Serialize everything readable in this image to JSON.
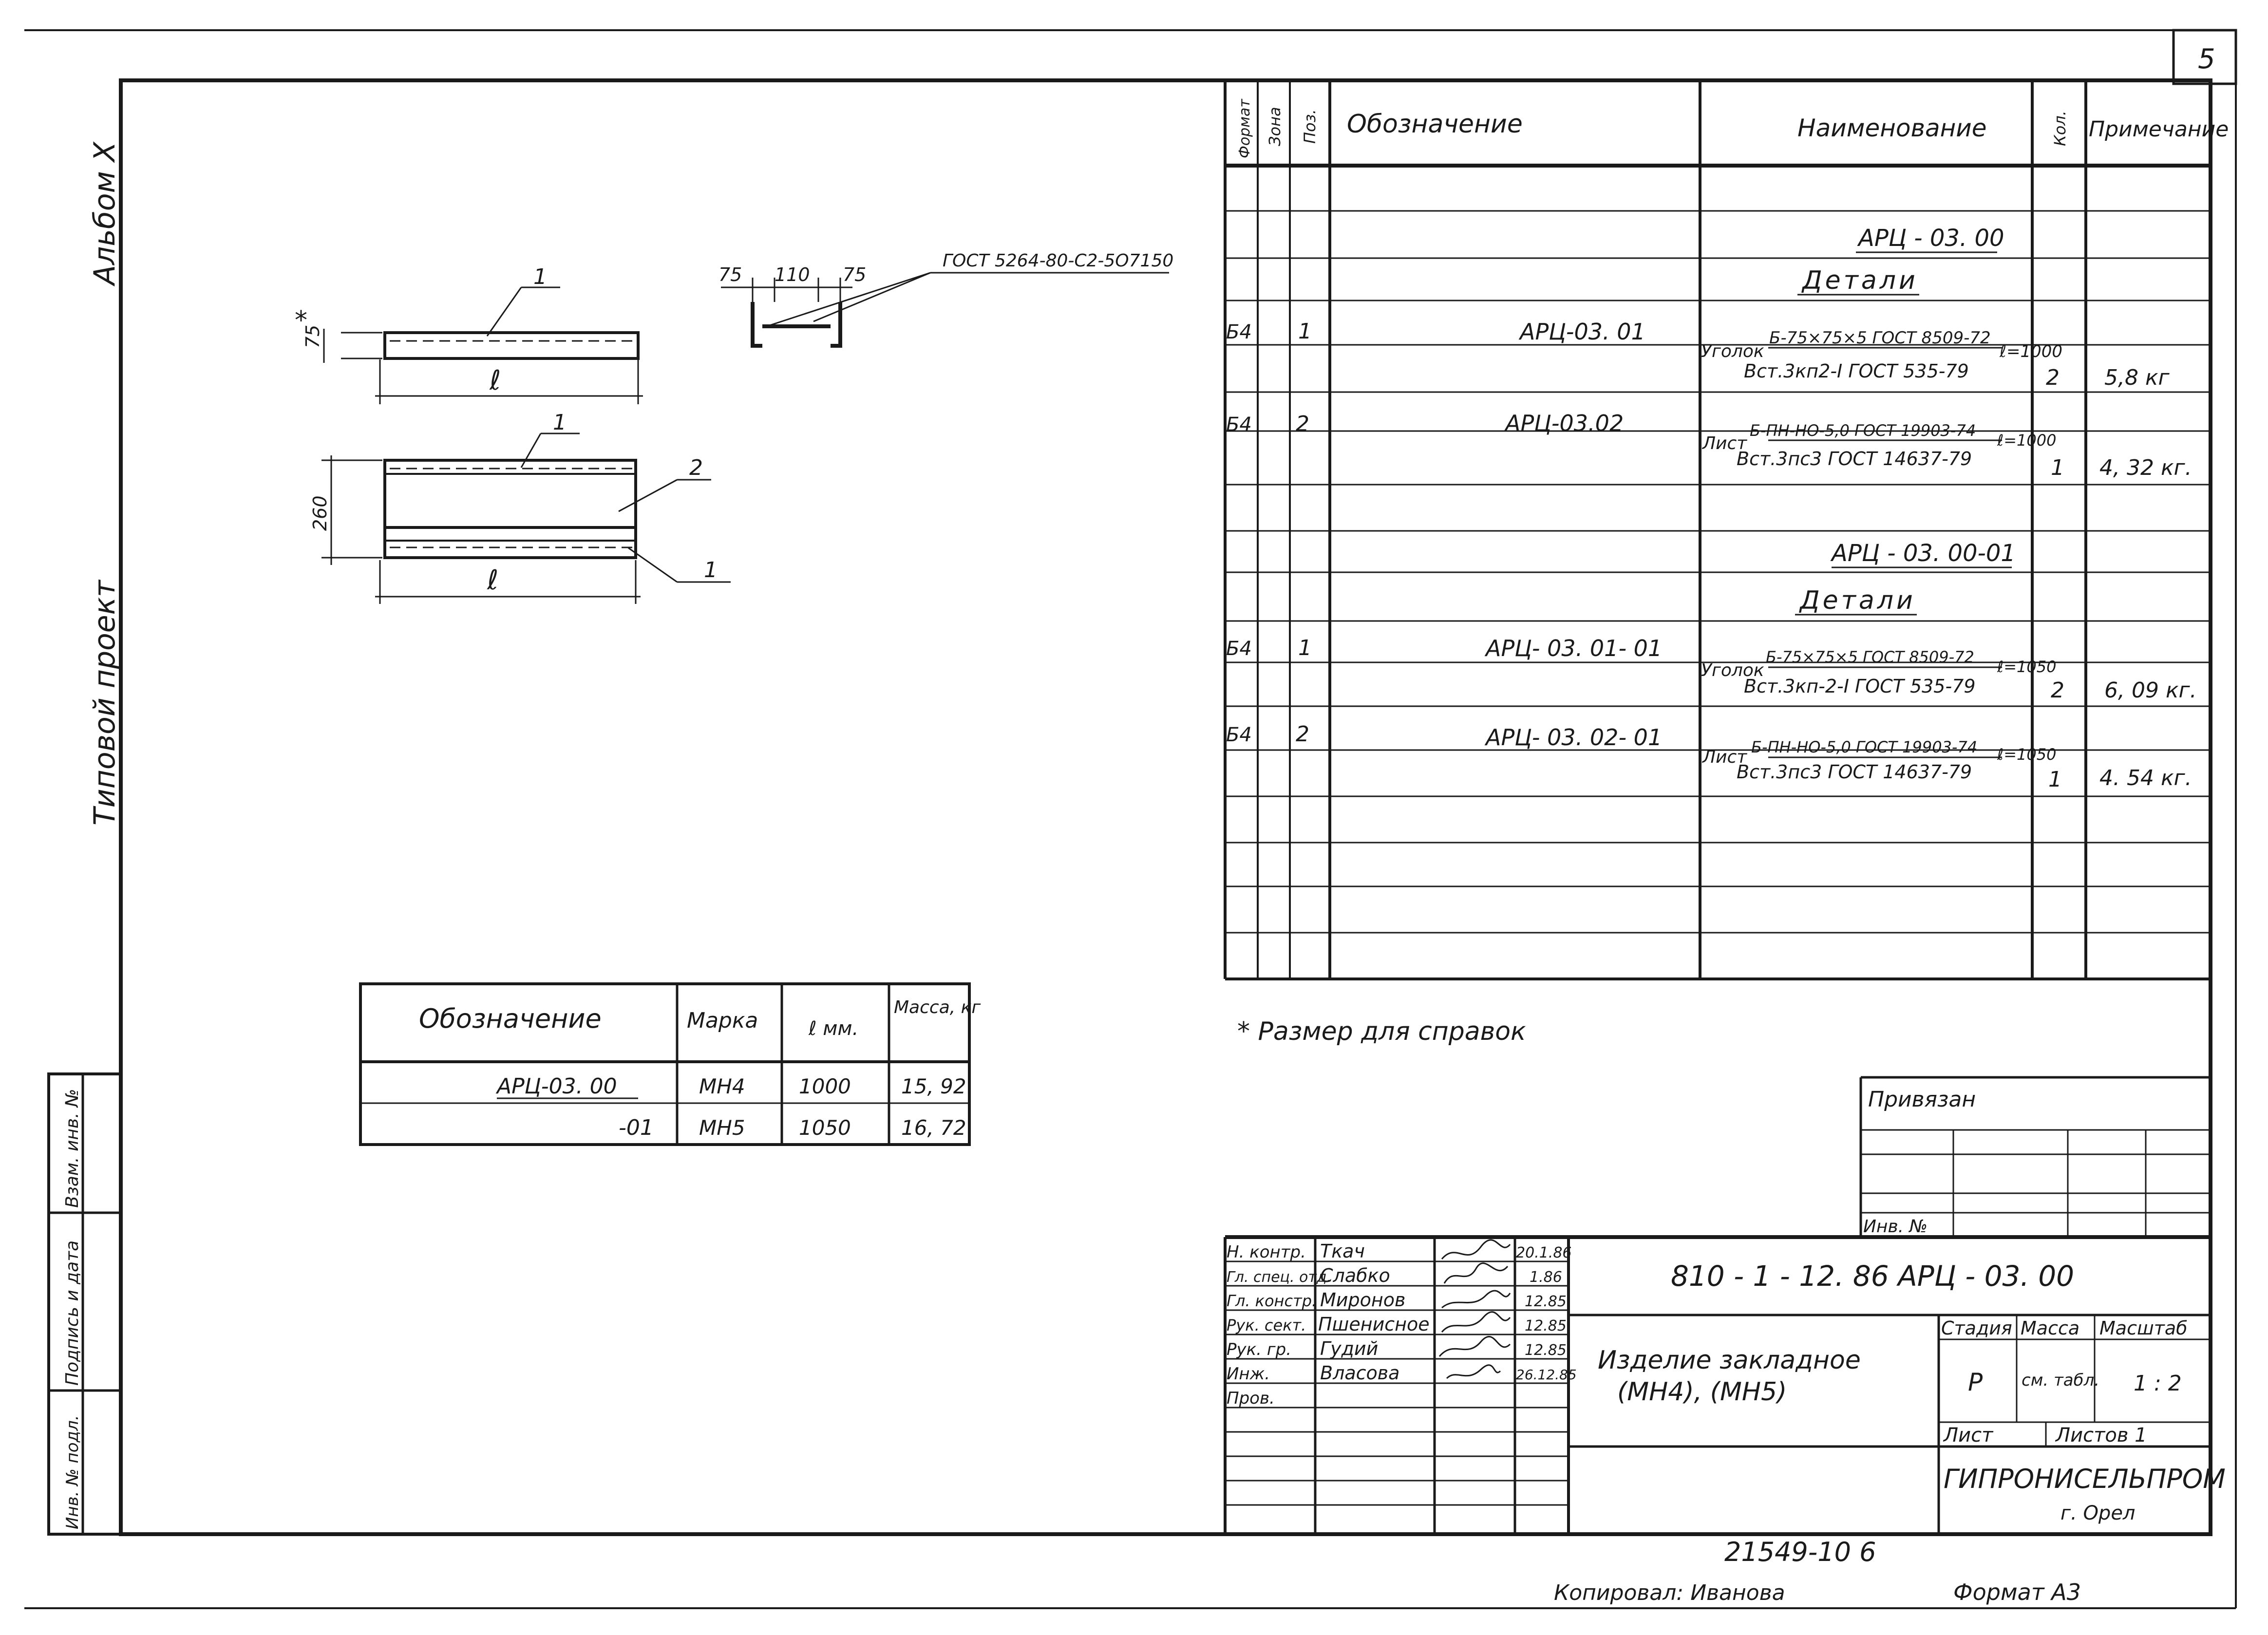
{
  "sheet": {
    "sheet_number": "5",
    "left_margin": {
      "album": "Альбом X",
      "project": "Типовой проект"
    },
    "stamp_fields": {
      "inv_vzam": "Взам. инв. №",
      "podpis_data": "Подпись и дата",
      "inv_podl": "Инв. № подл."
    },
    "bottom_number": "21549-10  6",
    "copied_by": "Копировал: Иванова",
    "format": "Формат  А3"
  },
  "drawing": {
    "gost_note": "ГОСТ 5264-80-С2-5О7150",
    "dim_75_top": "75",
    "dim_110": "110",
    "dim_75_right": "75",
    "dim_75_side": "75",
    "dim_star": "*",
    "dim_260": "260",
    "dim_l_1": "ℓ",
    "dim_l_2": "ℓ",
    "pos_1a": "1",
    "pos_1b": "1",
    "pos_2": "2",
    "pos_1c": "1"
  },
  "spec": {
    "headers": {
      "format": "Формат",
      "zone": "Зона",
      "pos": "Поз.",
      "designation": "Обозначение",
      "name": "Наименование",
      "qty": "Кол.",
      "note": "Примечание"
    },
    "assy1": {
      "title": "АРЦ - 03. 00",
      "section": "Детали"
    },
    "assy1_rows": [
      {
        "format": "Б4",
        "pos": "1",
        "designation": "АРЦ-03. 01",
        "name_main": "Уголок",
        "name_top": "Б-75×75×5 ГОСТ 8509-72",
        "name_bottom": "Вст.3кп2-I ГОСТ 535-79",
        "length": "ℓ=1000",
        "qty": "2",
        "note": "5,8 кг"
      },
      {
        "format": "Б4",
        "pos": "2",
        "designation": "АРЦ-03.02",
        "name_main": "Лист",
        "name_top": "Б-ПН-НО-5,0 ГОСТ 19903-74",
        "name_bottom": "Вст.3пс3 ГОСТ 14637-79",
        "length": "ℓ=1000",
        "qty": "1",
        "note": "4, 32 кг."
      }
    ],
    "assy2": {
      "title": "АРЦ - 03. 00-01",
      "section": "Детали"
    },
    "assy2_rows": [
      {
        "format": "Б4",
        "pos": "1",
        "designation": "АРЦ- 03. 01- 01",
        "name_main": "Уголок",
        "name_top": "Б-75×75×5 ГОСТ 8509-72",
        "name_bottom": "Вст.3кп-2-I ГОСТ 535-79",
        "length": "ℓ=1050",
        "qty": "2",
        "note": "6, 09 кг."
      },
      {
        "format": "Б4",
        "pos": "2",
        "designation": "АРЦ- 03. 02- 01",
        "name_main": "Лист",
        "name_top": "Б-ПН-НО-5,0 ГОСТ 19903-74",
        "name_bottom": "Вст.3пс3 ГОСТ 14637-79",
        "length": "ℓ=1050",
        "qty": "1",
        "note": "4. 54 кг."
      }
    ]
  },
  "note": "* Размер для справок",
  "marks_table": {
    "headers": {
      "designation": "Обозначение",
      "mark": "Марка",
      "length": "ℓ мм.",
      "mass": "Масса, кг"
    },
    "rows": [
      {
        "designation": "АРЦ-03. 00",
        "mark": "МН4",
        "length": "1000",
        "mass": "15, 92"
      },
      {
        "designation": "-01",
        "mark": "МН5",
        "length": "1050",
        "mass": "16, 72"
      }
    ]
  },
  "privyazan": {
    "label": "Привязан",
    "inv": "Инв. №"
  },
  "title_block": {
    "code": "810 - 1 - 12. 86   АРЦ - 03. 00",
    "signers": [
      {
        "role": "Н. контр.",
        "name": "Ткач",
        "date": "20.1.86"
      },
      {
        "role": "Гл. спец. отд.",
        "name": "Слабко",
        "date": "1.86"
      },
      {
        "role": "Гл. констр.",
        "name": "Миронов",
        "date": "12.85"
      },
      {
        "role": "Рук. сект.",
        "name": "Пшенисное",
        "date": "12.85"
      },
      {
        "role": "Рук. гр.",
        "name": "Гудий",
        "date": "12.85"
      },
      {
        "role": "Инж.",
        "name": "Власова",
        "date": "26.12.85"
      },
      {
        "role": "Пров.",
        "name": "",
        "date": ""
      }
    ],
    "product_line1": "Изделие  закладное",
    "product_line2": "(МН4), (МН5)",
    "stage_label": "Стадия",
    "mass_label": "Масса",
    "scale_label": "Масштаб",
    "stage": "Р",
    "mass_value": "см. табл.",
    "scale": "1 : 2",
    "sheet_label": "Лист",
    "sheets_label": "Листов  1",
    "org": "ГИПРОНИСЕЛЬПРОМ",
    "city": "г. Орел"
  },
  "colors": {
    "ink": "#1a1a1a",
    "paper": "#ffffff"
  }
}
